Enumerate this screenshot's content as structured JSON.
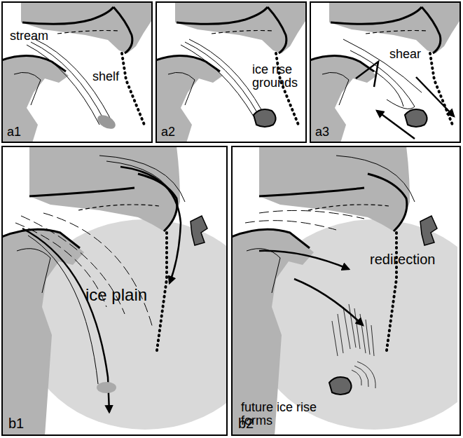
{
  "diagram": {
    "nodes": [
      {
        "text": [
          "stream",
          "shelf",
          "a1"
        ]
      },
      {
        "text": [
          "ice rise grounds",
          "a2"
        ]
      },
      {
        "text": [
          "shear",
          "a3"
        ]
      },
      {
        "text": [
          "ice plain",
          "b1"
        ]
      },
      {
        "text": [
          "redirection",
          "future ice rise forms",
          "b2"
        ]
      }
    ]
  }
}
